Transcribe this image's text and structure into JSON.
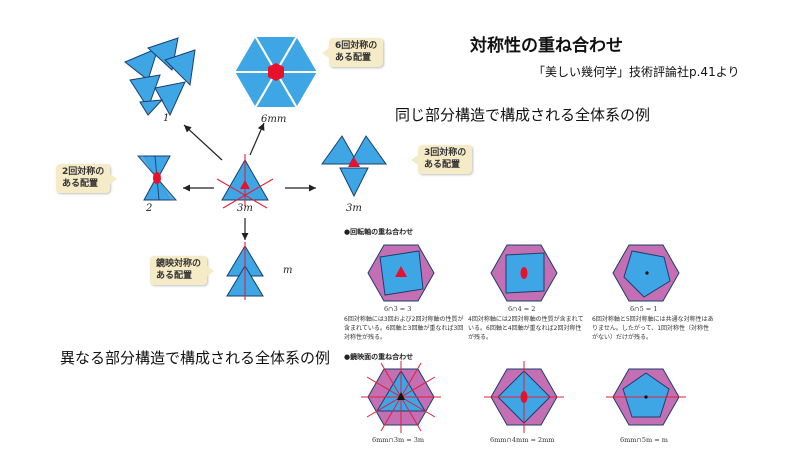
{
  "title": "対称性の重ね合わせ",
  "source": "「美しい幾何学」技術評論社p.41より",
  "heading_same": "同じ部分構造で構成される全体系の例",
  "heading_diff": "異なる部分構造で構成される全体系の例",
  "labels": {
    "one": "1",
    "six_mm": "6mm",
    "two": "2",
    "three_m_center": "3m",
    "three_m_right": "3m",
    "m": "m"
  },
  "callouts": {
    "six": [
      "6回対称の",
      "ある配置"
    ],
    "three": [
      "3回対称の",
      "ある配置"
    ],
    "two": [
      "2回対称の",
      "ある配置"
    ],
    "mirror": [
      "鏡映対称の",
      "ある配置"
    ]
  },
  "rotation_section": {
    "title": "●回転軸の重ね合わせ",
    "items": [
      {
        "caption": "6∩3 = 3",
        "text": "6回対称軸には3回および2回対称軸の性質が含まれている。6回軸と3回軸が重なれば3回対称性が残る。"
      },
      {
        "caption": "6∩4 = 2",
        "text": "4回対称軸には2回対称軸の性質が含まれている。6回軸と4回軸が重なれば2回対称性が残る。"
      },
      {
        "caption": "6∩5 = 1",
        "text": "6回対称軸と5回対称軸には共通な対称性はありません。したがって、1回対称性（対称性がない）だけが残る。"
      }
    ]
  },
  "mirror_section": {
    "title": "●鏡映面の重ね合わせ",
    "items": [
      {
        "caption": "6mm∩3m = 3m"
      },
      {
        "caption": "6mm∩4mm = 2mm"
      },
      {
        "caption": "6mm∩5m = m"
      }
    ]
  },
  "colors": {
    "tri_fill": "#3fa6e6",
    "tri_stroke": "#1a3f6b",
    "marker": "#e8102a",
    "hex_fill": "#c46fb4",
    "callout_bg": "#f6ebc7",
    "mirror_line": "#e0203a"
  }
}
